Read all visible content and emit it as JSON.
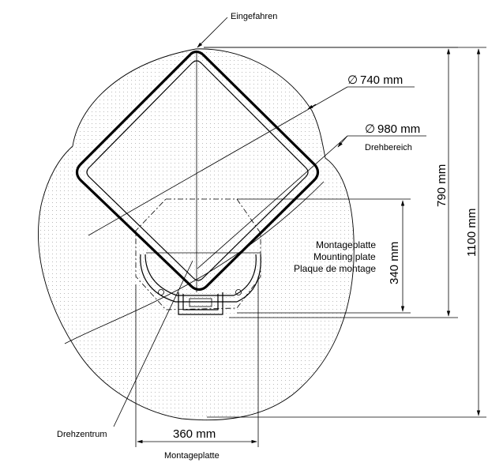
{
  "labels": {
    "retracted": "Eingefahren",
    "diameter_740": "740 mm",
    "diameter_980": "980 mm",
    "rotation_range": "Drehbereich",
    "height_790": "790 mm",
    "height_1100": "1100 mm",
    "height_340": "340 mm",
    "plate_de": "Montageplatte",
    "plate_en": "Mounting plate",
    "plate_fr": "Plaque de montage",
    "rotation_center": "Drehzentrum",
    "width_360": "360 mm",
    "plate_bottom": "Montageplatte"
  },
  "symbols": {
    "diameter": "∅"
  },
  "colors": {
    "line": "#000000",
    "background": "#ffffff",
    "hatch_dot": "#9a9a9a"
  }
}
